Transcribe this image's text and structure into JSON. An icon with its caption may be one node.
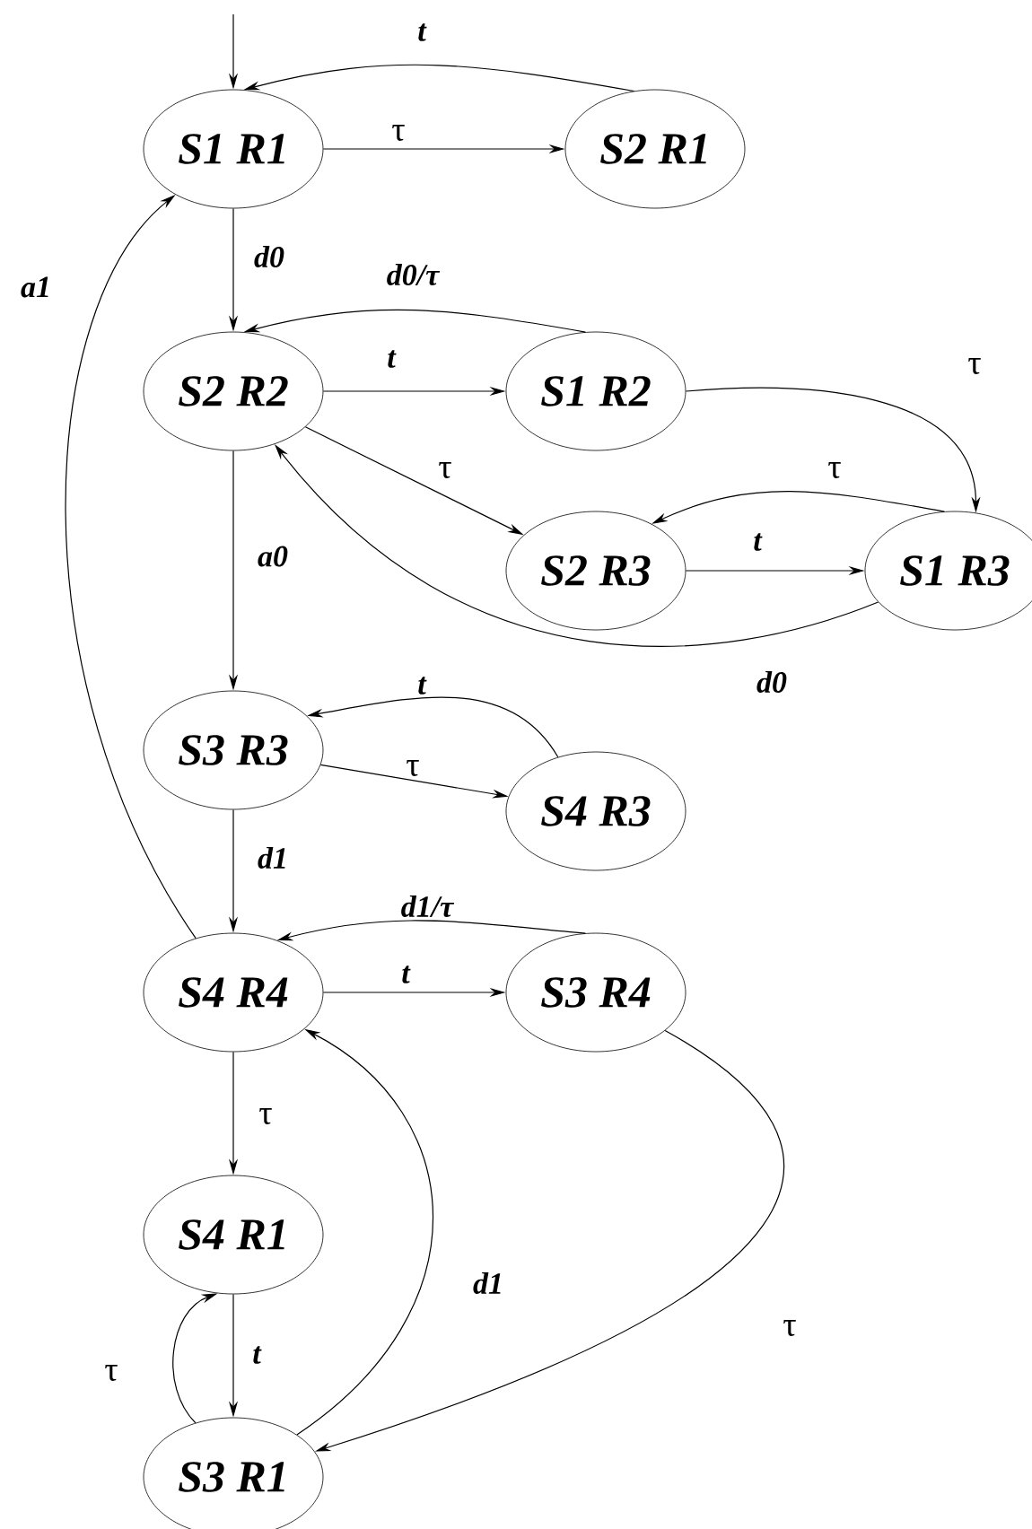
{
  "diagram": {
    "nodes": [
      {
        "text": [
          "S1 R1"
        ]
      },
      {
        "text": [
          "S2 R1"
        ]
      },
      {
        "text": [
          "S2 R2"
        ]
      },
      {
        "text": [
          "S1 R2"
        ]
      },
      {
        "text": [
          "S2 R3"
        ]
      },
      {
        "text": [
          "S1 R3"
        ]
      },
      {
        "text": [
          "S3 R3"
        ]
      },
      {
        "text": [
          "S4 R3"
        ]
      },
      {
        "text": [
          "S4 R4"
        ]
      },
      {
        "text": [
          "S3 R4"
        ]
      },
      {
        "text": [
          "S4 R1"
        ]
      },
      {
        "text": [
          "S3 R1"
        ]
      }
    ],
    "edges": [
      {
        "from": null,
        "to": 0,
        "arrow": "to"
      },
      {
        "from": 1,
        "to": 0,
        "arrow": "to",
        "label": "t"
      },
      {
        "from": 0,
        "to": 1,
        "arrow": "to",
        "label": "τ"
      },
      {
        "from": 0,
        "to": 2,
        "arrow": "to",
        "label": "d0"
      },
      {
        "from": 3,
        "to": 2,
        "arrow": "to",
        "label": "d0/τ"
      },
      {
        "from": 2,
        "to": 3,
        "arrow": "to",
        "label": "t"
      },
      {
        "from": 3,
        "to": 5,
        "arrow": "to",
        "label": "τ"
      },
      {
        "from": 2,
        "to": 4,
        "arrow": "to",
        "label": "τ"
      },
      {
        "from": 5,
        "to": 4,
        "arrow": "to",
        "label": "τ"
      },
      {
        "from": 4,
        "to": 5,
        "arrow": "to",
        "label": "t"
      },
      {
        "from": 5,
        "to": 2,
        "arrow": "to",
        "label": "d0"
      },
      {
        "from": 2,
        "to": 6,
        "arrow": "to",
        "label": "a0"
      },
      {
        "from": 8,
        "to": 0,
        "arrow": "to",
        "label": "a1"
      },
      {
        "from": 7,
        "to": 6,
        "arrow": "to",
        "label": "t"
      },
      {
        "from": 6,
        "to": 7,
        "arrow": "to",
        "label": "τ"
      },
      {
        "from": 6,
        "to": 8,
        "arrow": "to",
        "label": "d1"
      },
      {
        "from": 9,
        "to": 8,
        "arrow": "to",
        "label": "d1/τ"
      },
      {
        "from": 8,
        "to": 9,
        "arrow": "to",
        "label": "t"
      },
      {
        "from": 9,
        "to": 11,
        "arrow": "to",
        "label": "τ"
      },
      {
        "from": 8,
        "to": 10,
        "arrow": "to",
        "label": "τ"
      },
      {
        "from": 10,
        "to": 11,
        "arrow": "to",
        "label": "t"
      },
      {
        "from": 11,
        "to": 10,
        "arrow": "to",
        "label": "τ"
      },
      {
        "from": 11,
        "to": 8,
        "arrow": "to",
        "label": "d1"
      }
    ]
  }
}
